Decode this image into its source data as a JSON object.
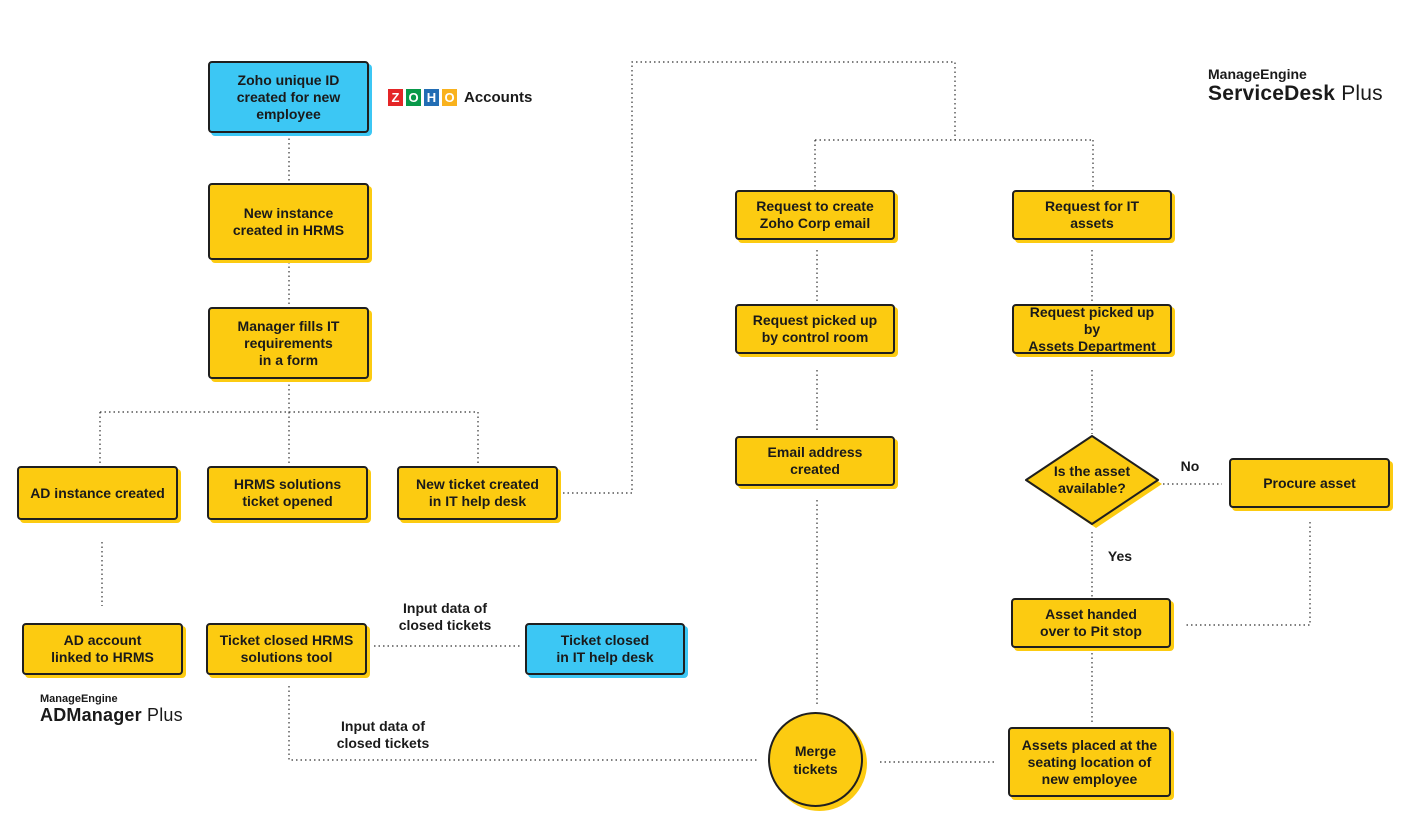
{
  "nodes": {
    "zoho_id": "Zoho unique ID\ncreated for new\nemployee",
    "hrms_instance": "New instance\ncreated in HRMS",
    "manager_form": "Manager fills IT\nrequirements\nin a form",
    "ad_instance": "AD instance created",
    "hrms_ticket": "HRMS solutions\nticket opened",
    "new_ticket": "New ticket created\nin IT help desk",
    "ad_account": "AD account\nlinked to HRMS",
    "ticket_closed_hrms": "Ticket closed HRMS\nsolutions tool",
    "ticket_closed_it": "Ticket closed\nin IT help desk",
    "req_email": "Request to create\nZoho Corp email",
    "req_picked_control": "Request picked up\nby control room",
    "email_created": "Email address\ncreated",
    "req_it_assets": "Request for IT\nassets",
    "req_picked_assets": "Request picked up by\nAssets Department",
    "asset_available": "Is the asset\navailable?",
    "procure": "Procure asset",
    "asset_handed": "Asset handed\nover to Pit stop",
    "assets_placed": "Assets placed at the\nseating location of\nnew employee",
    "merge": "Merge\ntickets"
  },
  "labels": {
    "input_data_1": "Input data of\nclosed tickets",
    "input_data_2": "Input data of\nclosed tickets",
    "no": "No",
    "yes": "Yes"
  },
  "brands": {
    "zoho_letters": [
      "Z",
      "O",
      "H",
      "O"
    ],
    "zoho_colors": [
      "#e42527",
      "#089949",
      "#226db4",
      "#f9b21d"
    ],
    "zoho_accounts": "Accounts",
    "sdp_top": "ManageEngine",
    "sdp_name": "ServiceDesk",
    "sdp_plus": "Plus",
    "adm_top": "ManageEngine",
    "adm_name": "ADManager",
    "adm_plus": "Plus"
  },
  "colors": {
    "yellow": "#fccb11",
    "blue": "#3cc7f4",
    "border": "#1f1f1f"
  }
}
